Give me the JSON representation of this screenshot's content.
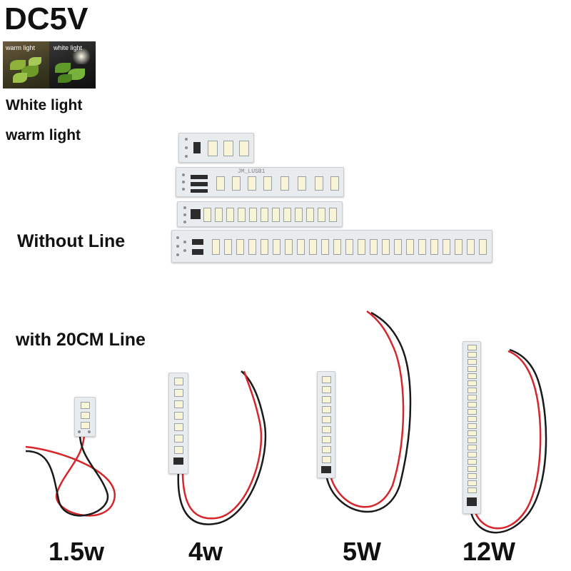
{
  "header": {
    "title": "DC5V"
  },
  "thumbnail": {
    "warm_label": "warm light",
    "white_label": "white light"
  },
  "options": {
    "white": "White light",
    "warm": "warm light"
  },
  "sections": {
    "without_line": "Without Line",
    "with_line": "with 20CM Line"
  },
  "board_marking": "JM_LUSB1",
  "products": [
    {
      "label": "1.5w"
    },
    {
      "label": "4w"
    },
    {
      "label": "5W"
    },
    {
      "label": "12W"
    }
  ],
  "colors": {
    "pcb": "#e9ecef",
    "led": "#f7f4d8",
    "wire_red": "#d7262b",
    "wire_black": "#1a1a1a"
  }
}
